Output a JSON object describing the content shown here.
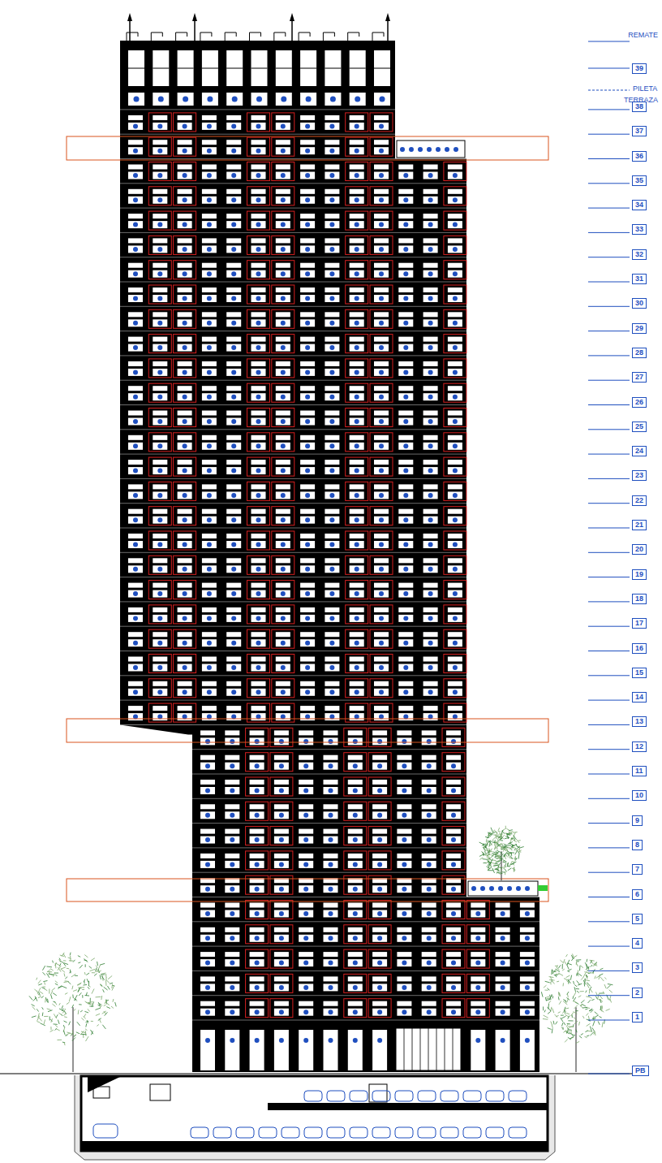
{
  "diagram": {
    "labels": [
      "REMATE",
      "39",
      "PILETA",
      "TERRAZA",
      "38",
      "37",
      "36",
      "35",
      "34",
      "33",
      "32",
      "31",
      "30",
      "29",
      "28",
      "27",
      "26",
      "25",
      "24",
      "23",
      "22",
      "21",
      "20",
      "19",
      "18",
      "17",
      "16",
      "15",
      "14",
      "13",
      "12",
      "11",
      "10",
      "9",
      "8",
      "7",
      "6",
      "5",
      "4",
      "3",
      "2",
      "1",
      "PB"
    ]
  }
}
